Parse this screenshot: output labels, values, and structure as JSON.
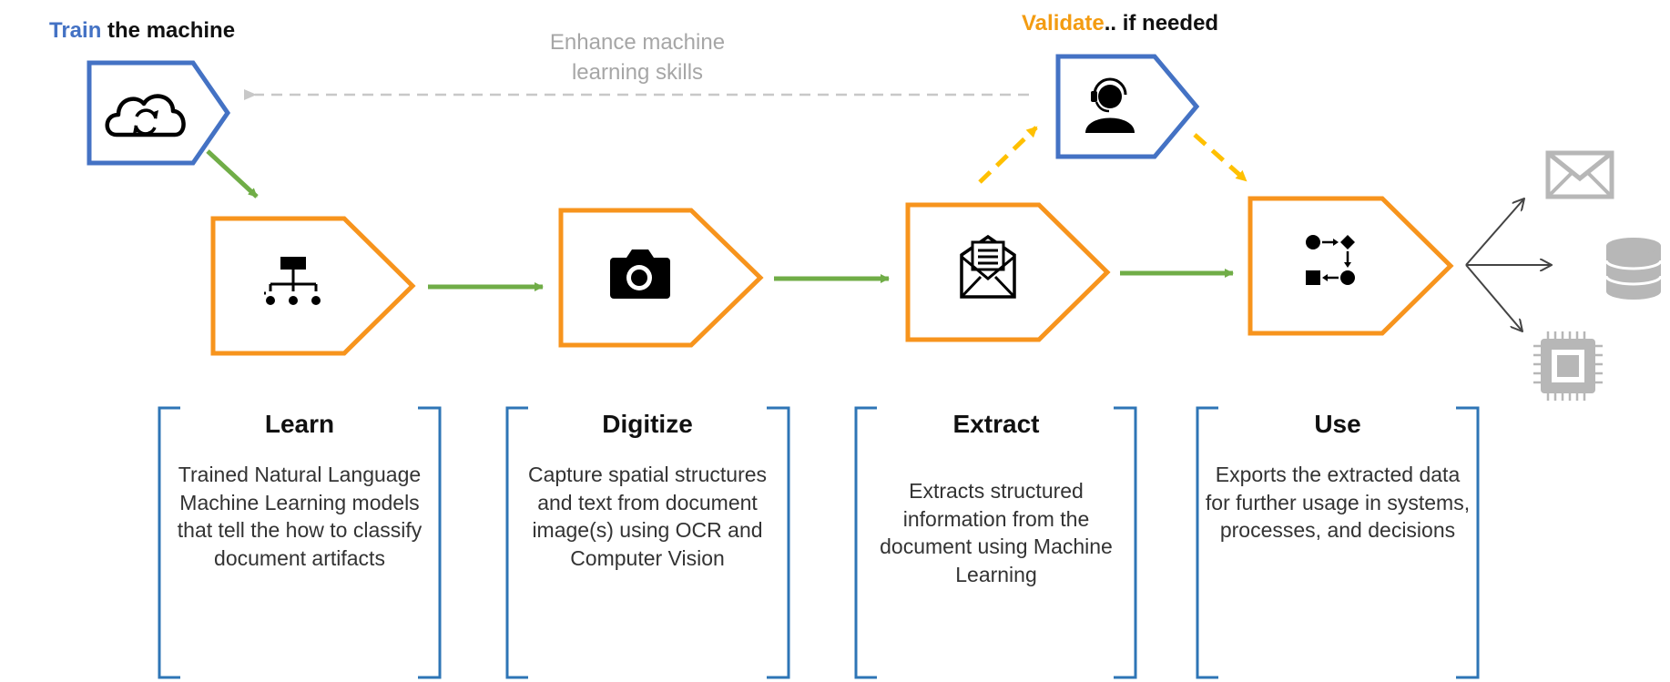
{
  "headers": {
    "train": {
      "highlight": "Train",
      "rest": " the machine"
    },
    "validate": {
      "highlight": "Validate",
      "rest": ".. if needed"
    }
  },
  "feedback_note": "Enhance machine learning skills",
  "stages": [
    {
      "title": "Learn",
      "desc": "Trained Natural Language Machine Learning models that tell the how to classify document artifacts",
      "icon": "hierarchy-icon"
    },
    {
      "title": "Digitize",
      "desc": "Capture spatial structures and text from document image(s) using OCR and Computer Vision",
      "icon": "camera-icon"
    },
    {
      "title": "Extract",
      "desc": "Extracts structured information from the document using Machine Learning",
      "icon": "open-envelope-icon"
    },
    {
      "title": "Use",
      "desc": "Exports the extracted data for further usage in systems, processes, and decisions",
      "icon": "workflow-icon"
    }
  ],
  "extra_icons": [
    "cloud-sync-icon",
    "support-agent-icon",
    "mail-icon",
    "database-icon",
    "chip-icon"
  ],
  "colors": {
    "train_blue": "#4472C4",
    "validate_orange": "#F39C12",
    "stage_border": "#F7941D",
    "flow_green": "#70AD47",
    "validate_arrow": "#FFC000",
    "bracket_blue": "#2E75B6",
    "muted_gray": "#a6a6a6"
  }
}
